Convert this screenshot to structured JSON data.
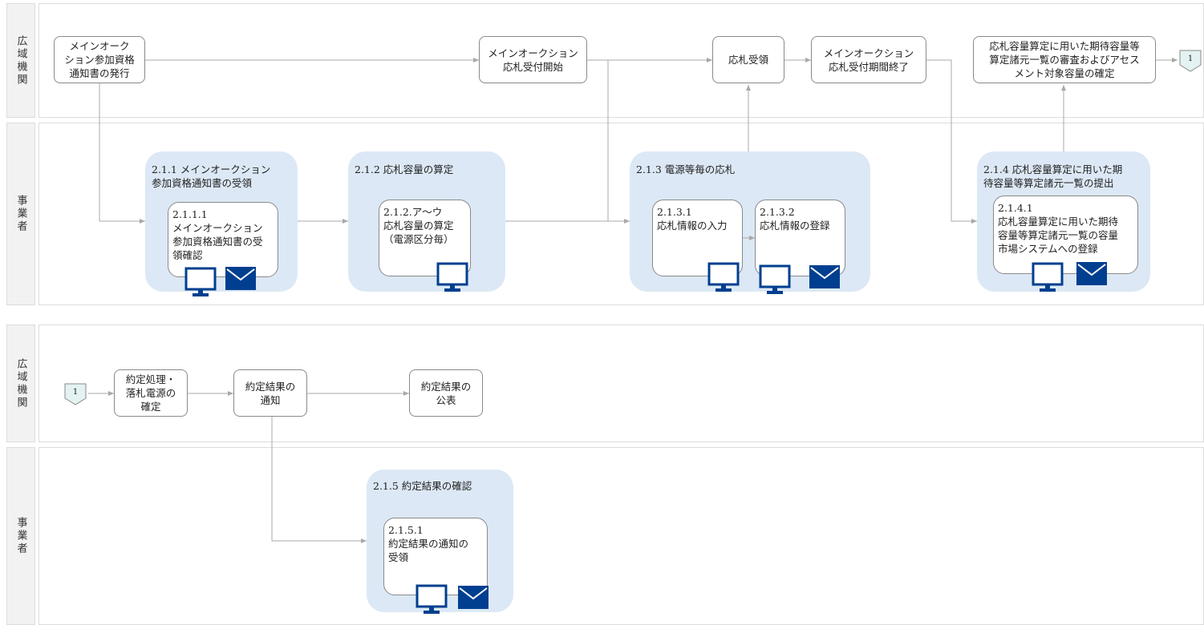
{
  "colors": {
    "group_fill": "#dce8f5",
    "icon_blue": "#003f8f",
    "line": "#a8a8a8",
    "node_border": "#8a8a8a"
  },
  "lanes": {
    "kouiki": "広域機関",
    "jigyosha": "事業者"
  },
  "connector_label": "1",
  "nodes": {
    "n_issue": "メインオーク\nション参加資格\n通知書の発行",
    "n_accept_start": "メインオークション\n応札受付開始",
    "n_receive_bid": "応札受領",
    "n_accept_end": "メインオークション\n応札受付期間終了",
    "n_review": "応札容量算定に用いた期待容量等\n算定諸元一覧の審査およびアセス\nメント対象容量の確定",
    "n_contract_process": "約定処理・\n落札電源の\n確定",
    "n_contract_notice": "約定結果の\n通知",
    "n_contract_publish": "約定結果の\n公表"
  },
  "groups": {
    "g211": "2.1.1 メインオークション\n参加資格通知書の受領",
    "g212": "2.1.2 応札容量の算定",
    "g213": "2.1.3 電源等毎の応札",
    "g214": "2.1.4 応札容量算定に用いた期\n待容量等算定諸元一覧の提出",
    "g215": "2.1.5 約定結果の確認"
  },
  "tasks": {
    "t2111": "2.1.1.1\nメインオークション\n参加資格通知書の受\n領確認",
    "t212": "2.1.2.ア～ウ\n応札容量の算定\n（電源区分毎）",
    "t2131": "2.1.3.1\n応札情報の入力",
    "t2132": "2.1.3.2\n応札情報の登録",
    "t2141": "2.1.4.1\n応札容量算定に用いた期待\n容量等算定諸元一覧の容量\n市場システムへの登録",
    "t2151": "2.1.5.1\n約定結果の通知の\n受領"
  },
  "icons": [
    "computer-icon",
    "mail-icon"
  ]
}
